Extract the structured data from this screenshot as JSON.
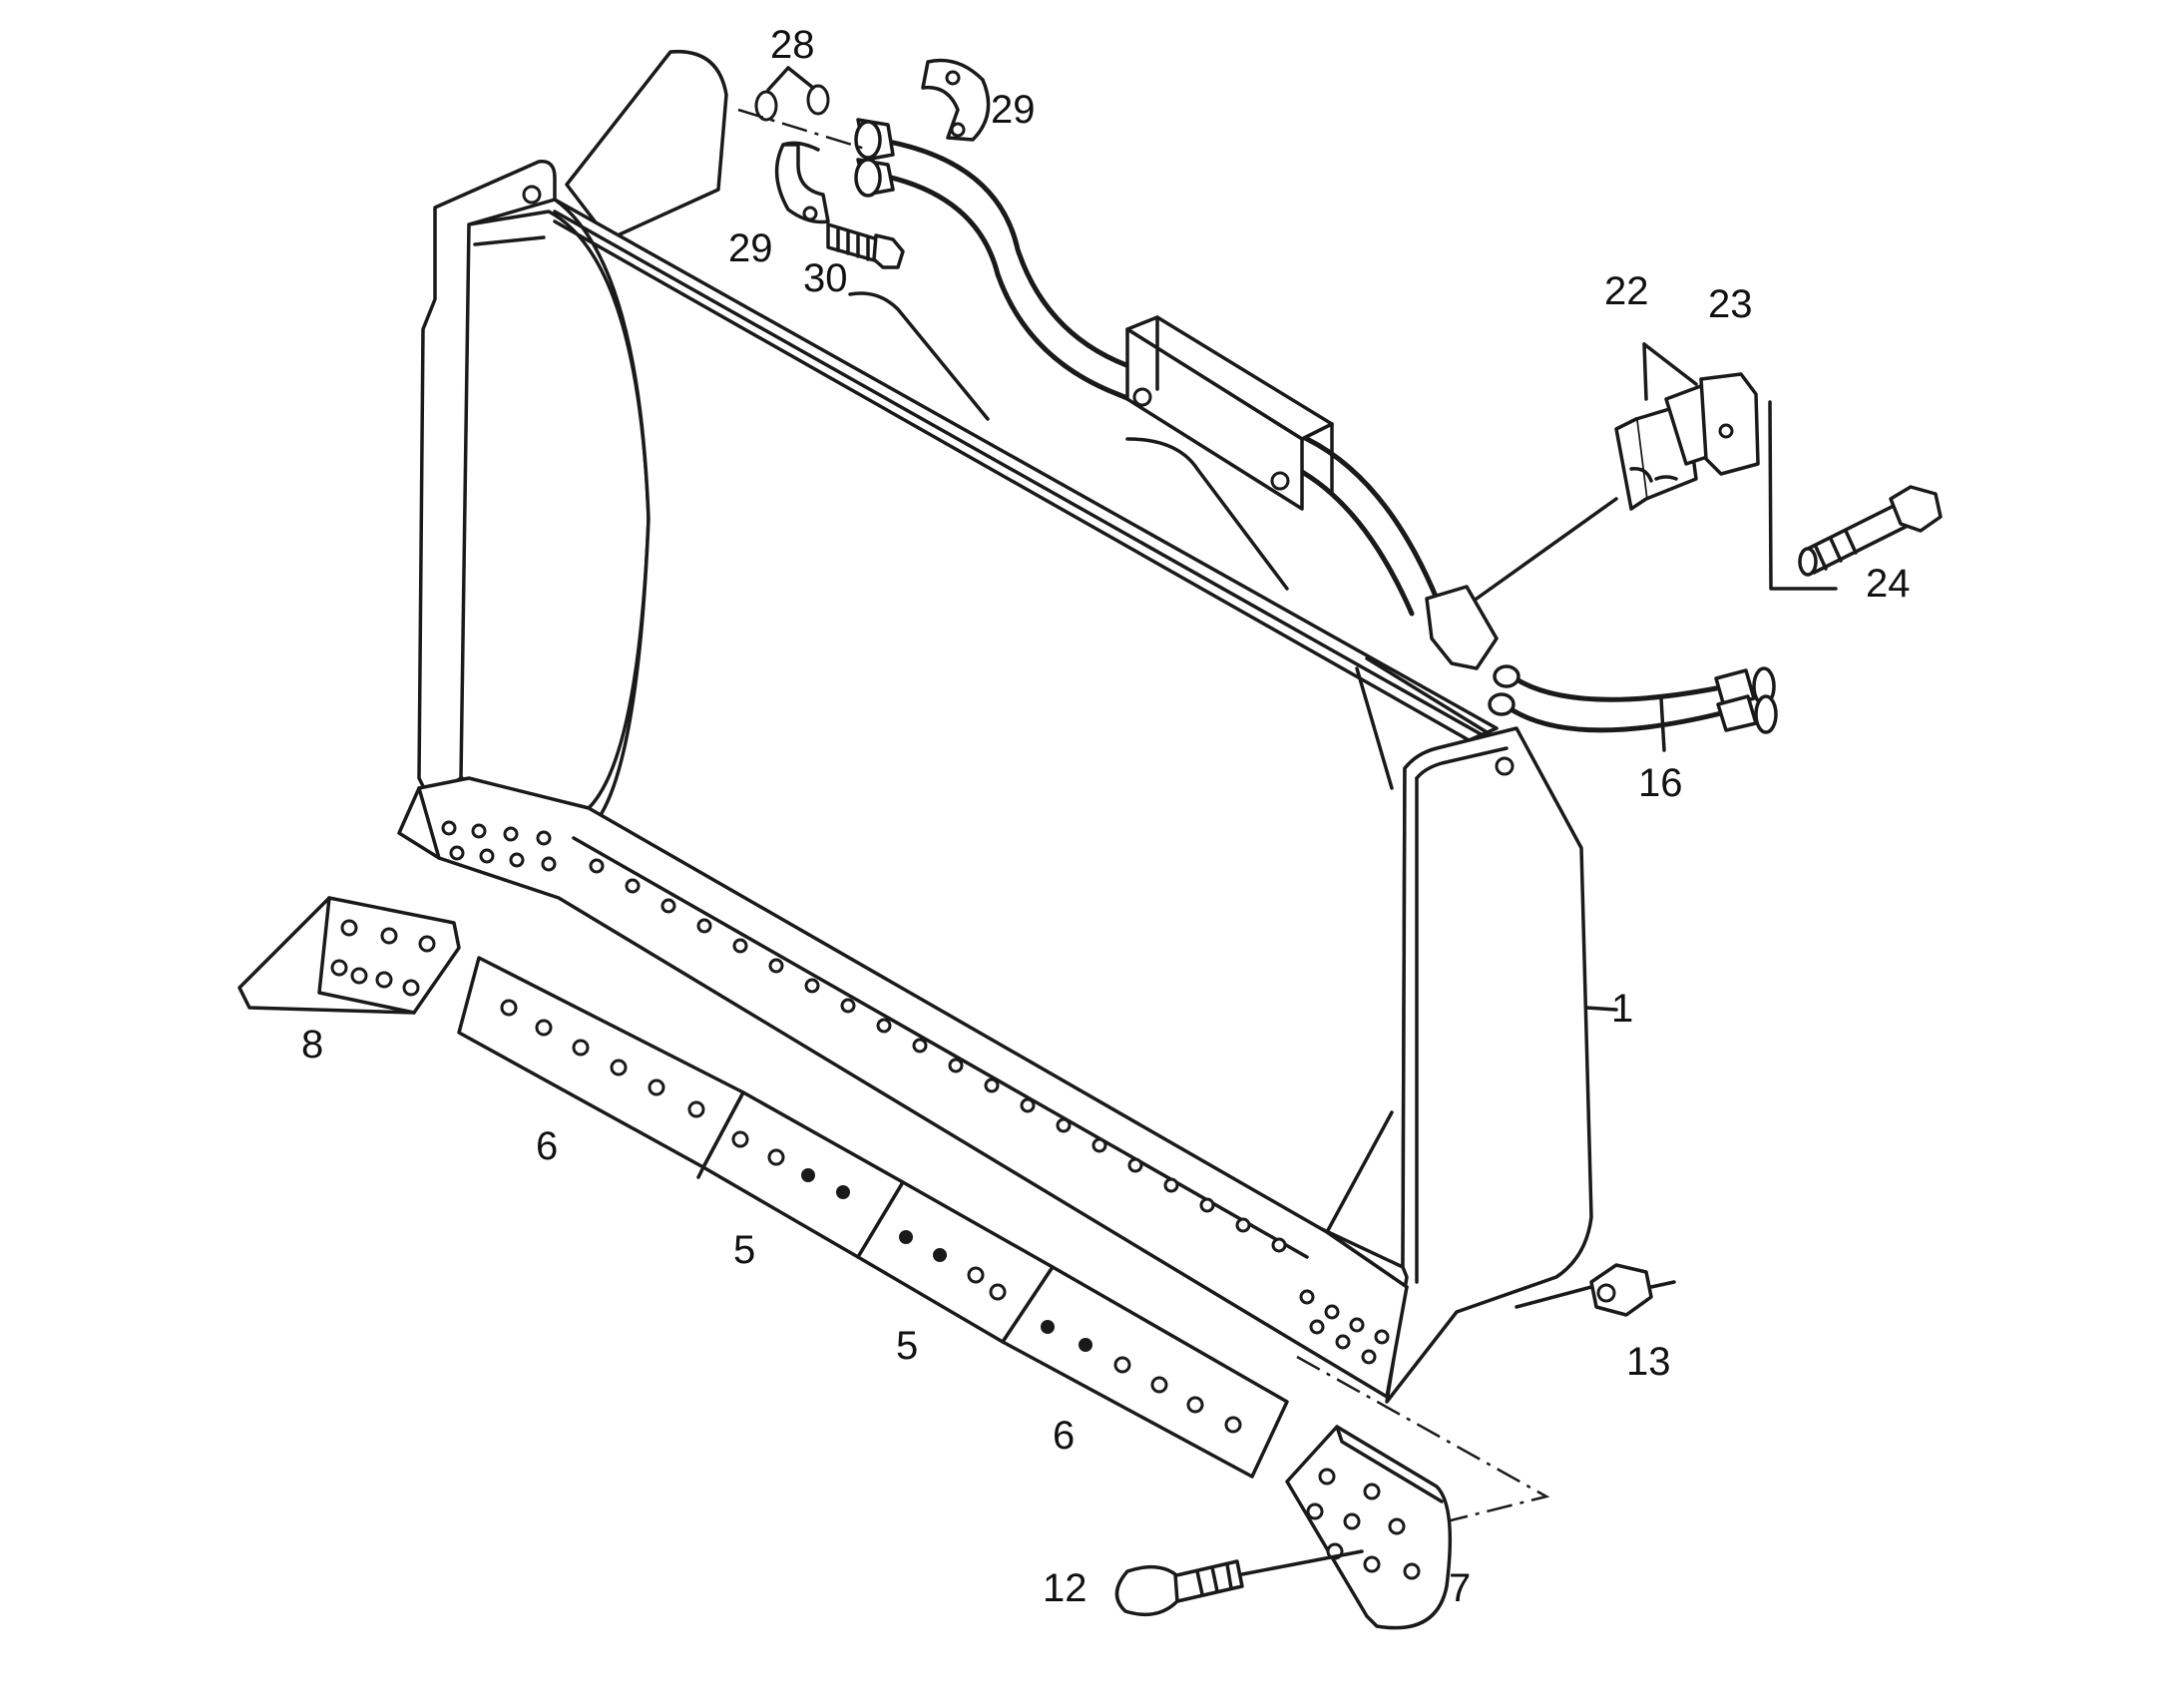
{
  "callouts": {
    "c1": "1",
    "c5a": "5",
    "c5b": "5",
    "c6a": "6",
    "c6b": "6",
    "c7": "7",
    "c8": "8",
    "c12": "12",
    "c13": "13",
    "c16": "16",
    "c22": "22",
    "c23": "23",
    "c24": "24",
    "c28": "28",
    "c29a": "29",
    "c29b": "29",
    "c30": "30"
  }
}
